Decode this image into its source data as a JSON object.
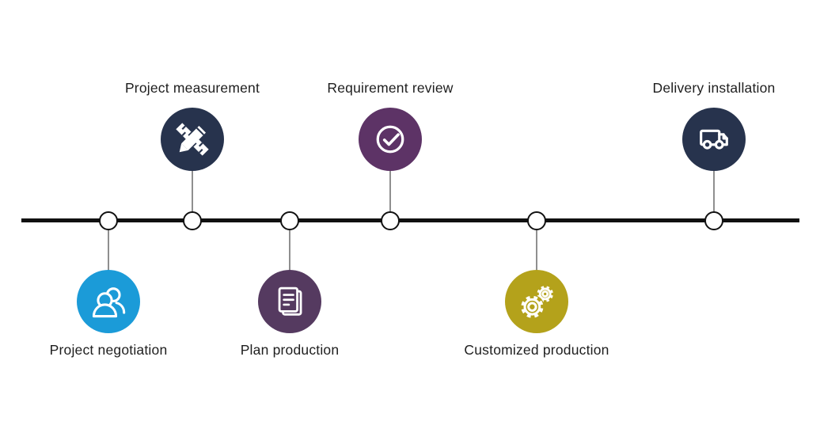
{
  "canvas": {
    "background": "#ffffff"
  },
  "timeline": {
    "line_color": "#111111",
    "connector_color": "#8f8f8f",
    "node_fill": "#ffffff",
    "node_border_color": "#111111",
    "text_color": "#1e1e1e",
    "milestones": [
      {
        "label": "Project negotiation",
        "position": "below",
        "color": "#1b9bd8",
        "icon": "people-icon"
      },
      {
        "label": "Project measurement",
        "position": "above",
        "color": "#27334d",
        "icon": "ruler-pencil-icon"
      },
      {
        "label": "Plan production",
        "position": "below",
        "color": "#553a60",
        "icon": "document-icon"
      },
      {
        "label": "Requirement review",
        "position": "above",
        "color": "#5d3366",
        "icon": "check-circle-icon"
      },
      {
        "label": "Customized production",
        "position": "below",
        "color": "#b4a21b",
        "icon": "gears-icon"
      },
      {
        "label": "Delivery installation",
        "position": "above",
        "color": "#27334d",
        "icon": "truck-icon"
      }
    ]
  }
}
